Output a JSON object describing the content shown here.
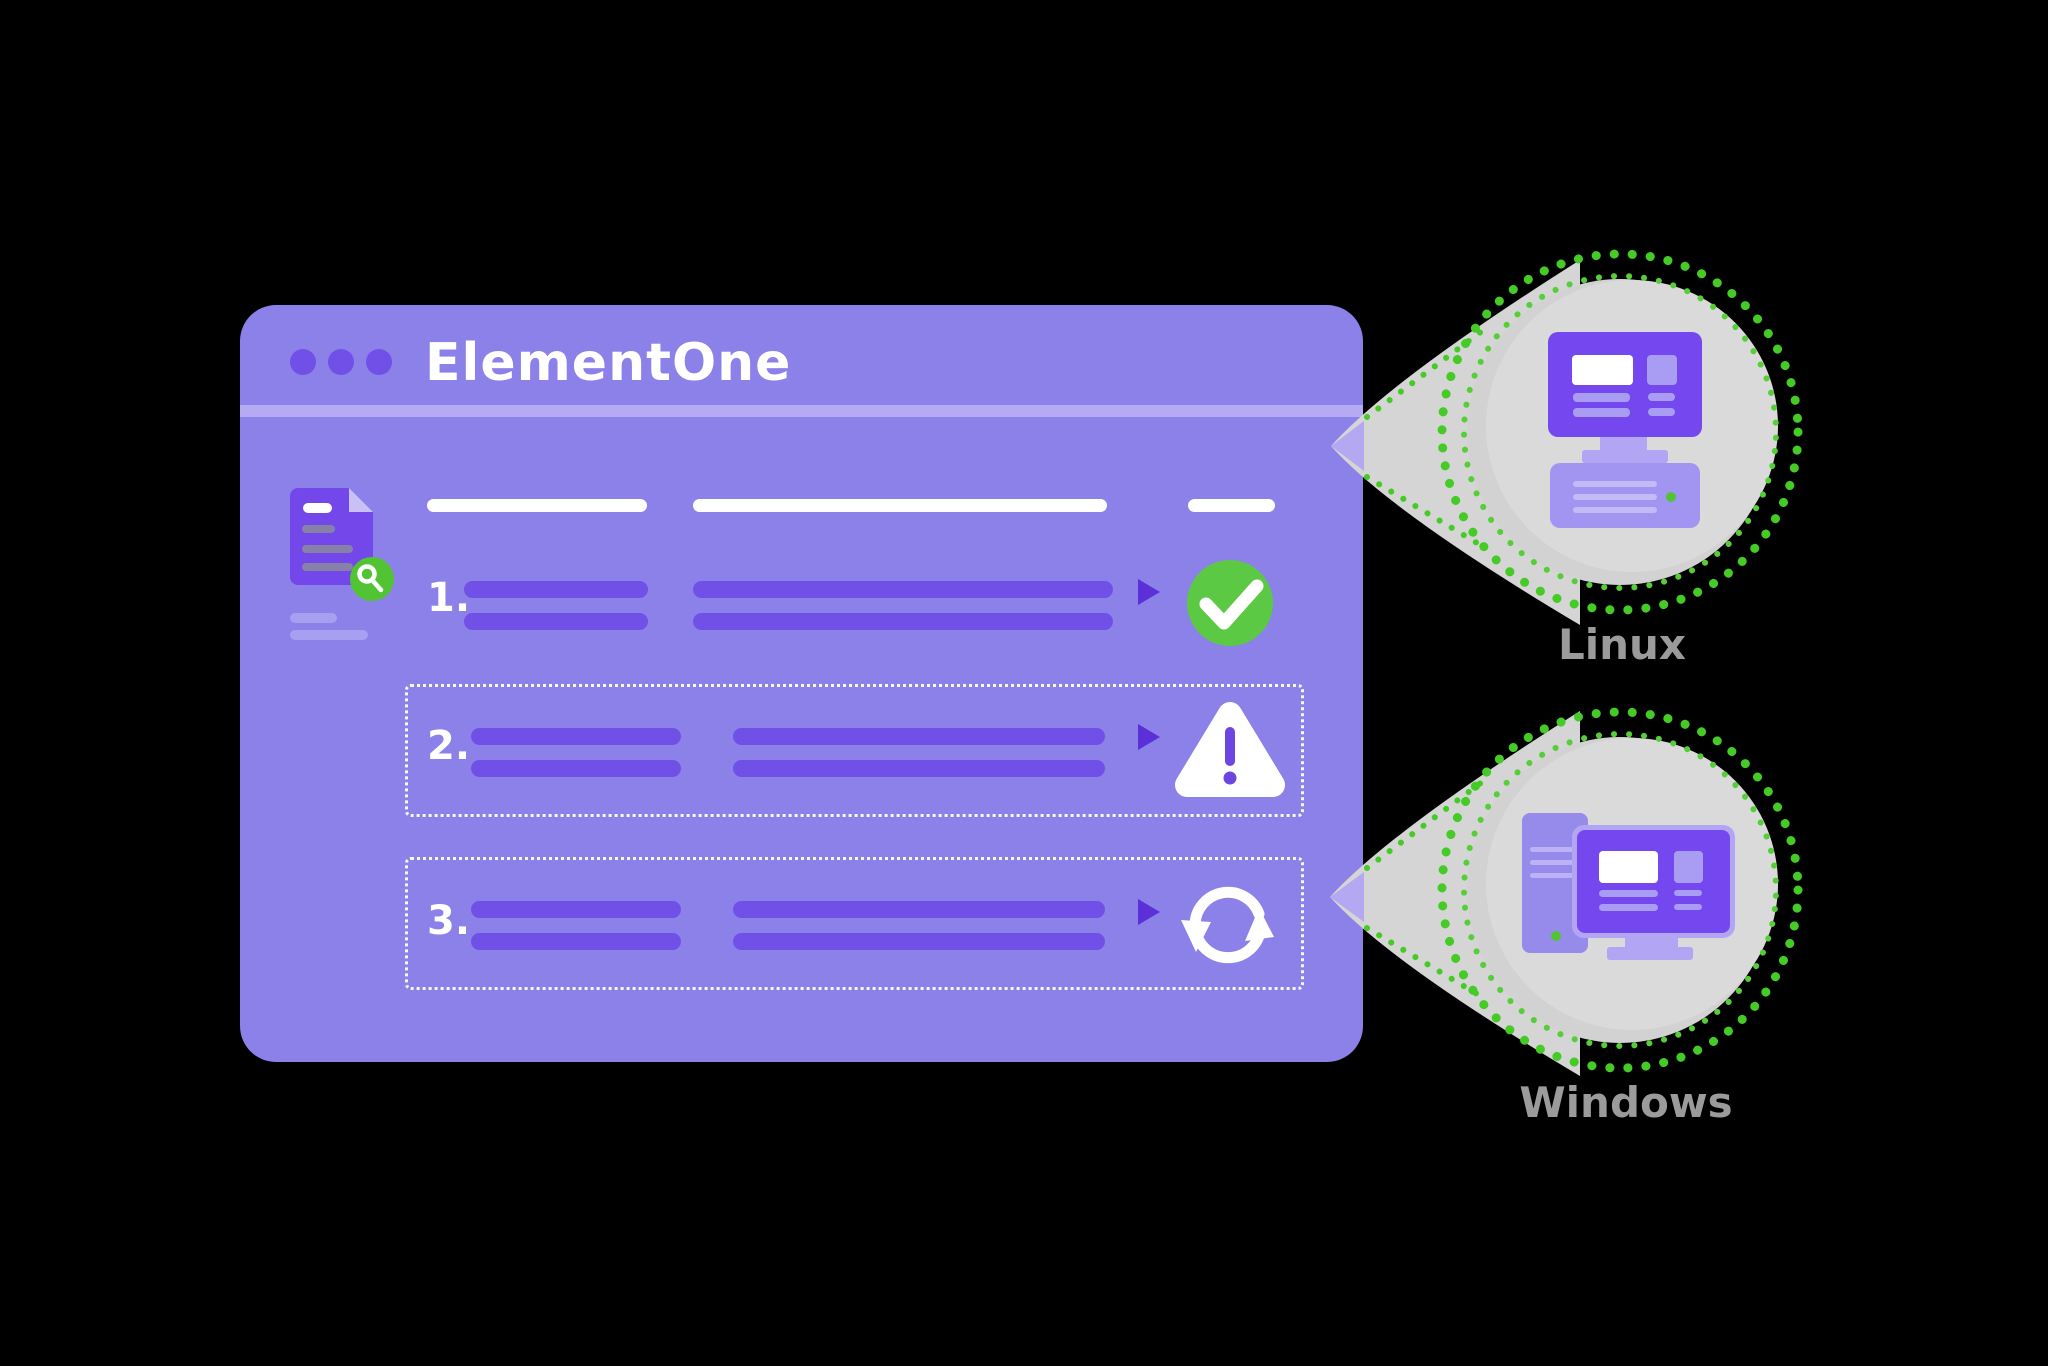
{
  "meta": {
    "background": "#000000",
    "description": "ElementOne browser illustration with numbered steps funneled to Linux and Windows platform badges"
  },
  "browser_window": {
    "title": "ElementOne",
    "colors": {
      "frame": "#8c80e9",
      "divider": "#b6abf3",
      "bar": "#7150e7",
      "deep_purple": "#5b30d8",
      "white_bar": "#ffffff"
    },
    "rows": [
      {
        "number": "1.",
        "status": "success",
        "status_icon": "check-circle-icon",
        "boxed": false
      },
      {
        "number": "2.",
        "status": "warning",
        "status_icon": "warning-triangle-icon",
        "boxed": true
      },
      {
        "number": "3.",
        "status": "syncing",
        "status_icon": "sync-icon",
        "boxed": true
      }
    ],
    "document_icon": {
      "name": "document-search-icon",
      "badge": "search-badge",
      "badge_color": "#52c433"
    }
  },
  "platforms": [
    {
      "label": "Linux",
      "icon": "desktop-computer-icon"
    },
    {
      "label": "Windows",
      "icon": "tower-pc-icon"
    }
  ],
  "palette": {
    "green_dots": "#45cb26",
    "status_green": "#5cc944",
    "badge_green": "#52c433",
    "gray_circle": "#d5d5d5",
    "label_gray": "#9b9b9b",
    "icon_purple": "#7448ee",
    "icon_light_purple": "#a99df3"
  }
}
